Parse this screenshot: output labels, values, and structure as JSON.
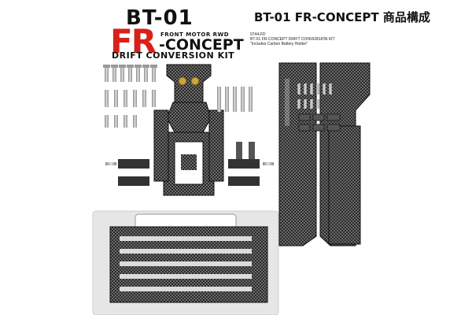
{
  "logo": {
    "model": "BT-01",
    "sub": "FRONT MOTOR RWD",
    "fr": "FR",
    "concept": "-CONCEPT",
    "kit": "DRIFT CONVERSION KIT"
  },
  "header": {
    "title": "BT-01 FR-CONCEPT 商品構成"
  },
  "info": {
    "code": "0744-FD",
    "line1": "BT-01 FR-CONCEPT DRIFT CONVERSION KIT",
    "line2": "\"Includes Carbon Battery Holder\""
  },
  "colors": {
    "carbon": "#2b2b2b",
    "carbon_light": "#6a6a6a",
    "metal": "#c8c8c8",
    "gold": "#c9a642",
    "accent": "#d9201b",
    "tray": "#e6e6e6"
  }
}
